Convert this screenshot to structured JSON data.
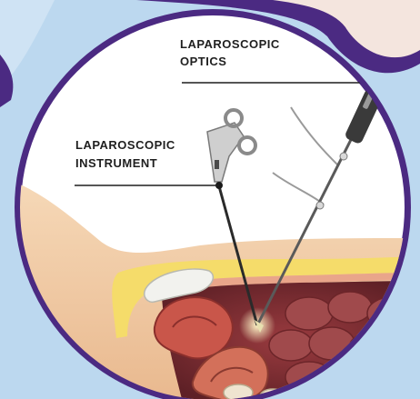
{
  "labels": {
    "optics_line1": "LAPAROSCOPIC",
    "optics_line2": "OPTICS",
    "instrument_line1": "LAPAROSCOPIC",
    "instrument_line2": "INSTRUMENT"
  },
  "colors": {
    "background": "#bcd8ef",
    "frame": "#4b2a82",
    "skin": "#f3d0ad",
    "fat": "#f5dc6a",
    "organ": "#c9564a",
    "cavity": "#7a2e33",
    "instrument": "#2a2a2a",
    "label_text": "#1f1f1f"
  }
}
